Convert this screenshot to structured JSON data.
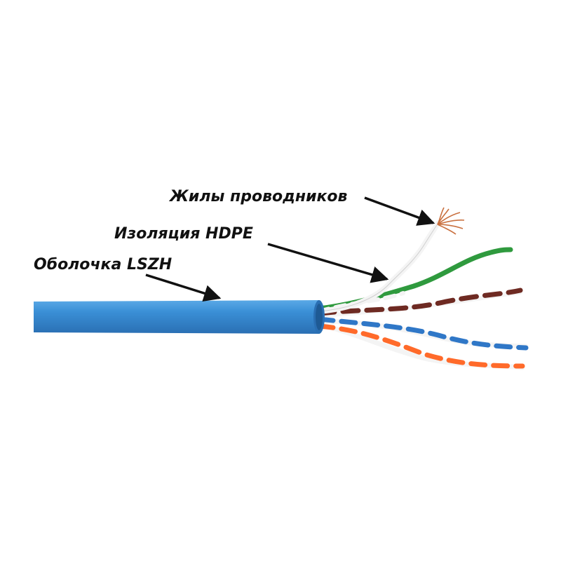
{
  "labels": {
    "conductors": "Жилы проводников",
    "insulation": "Изоляция HDPE",
    "jacket": "Оболочка LSZH"
  },
  "colors": {
    "jacket": "#3a8fd6",
    "pair_green": "#2f9a3e",
    "pair_brown": "#6e2a22",
    "pair_blue": "#2f77c7",
    "pair_orange": "#ff6a2a",
    "insulation_white": "#f4f4f4",
    "copper": "#c9703f",
    "arrow": "#111111"
  }
}
